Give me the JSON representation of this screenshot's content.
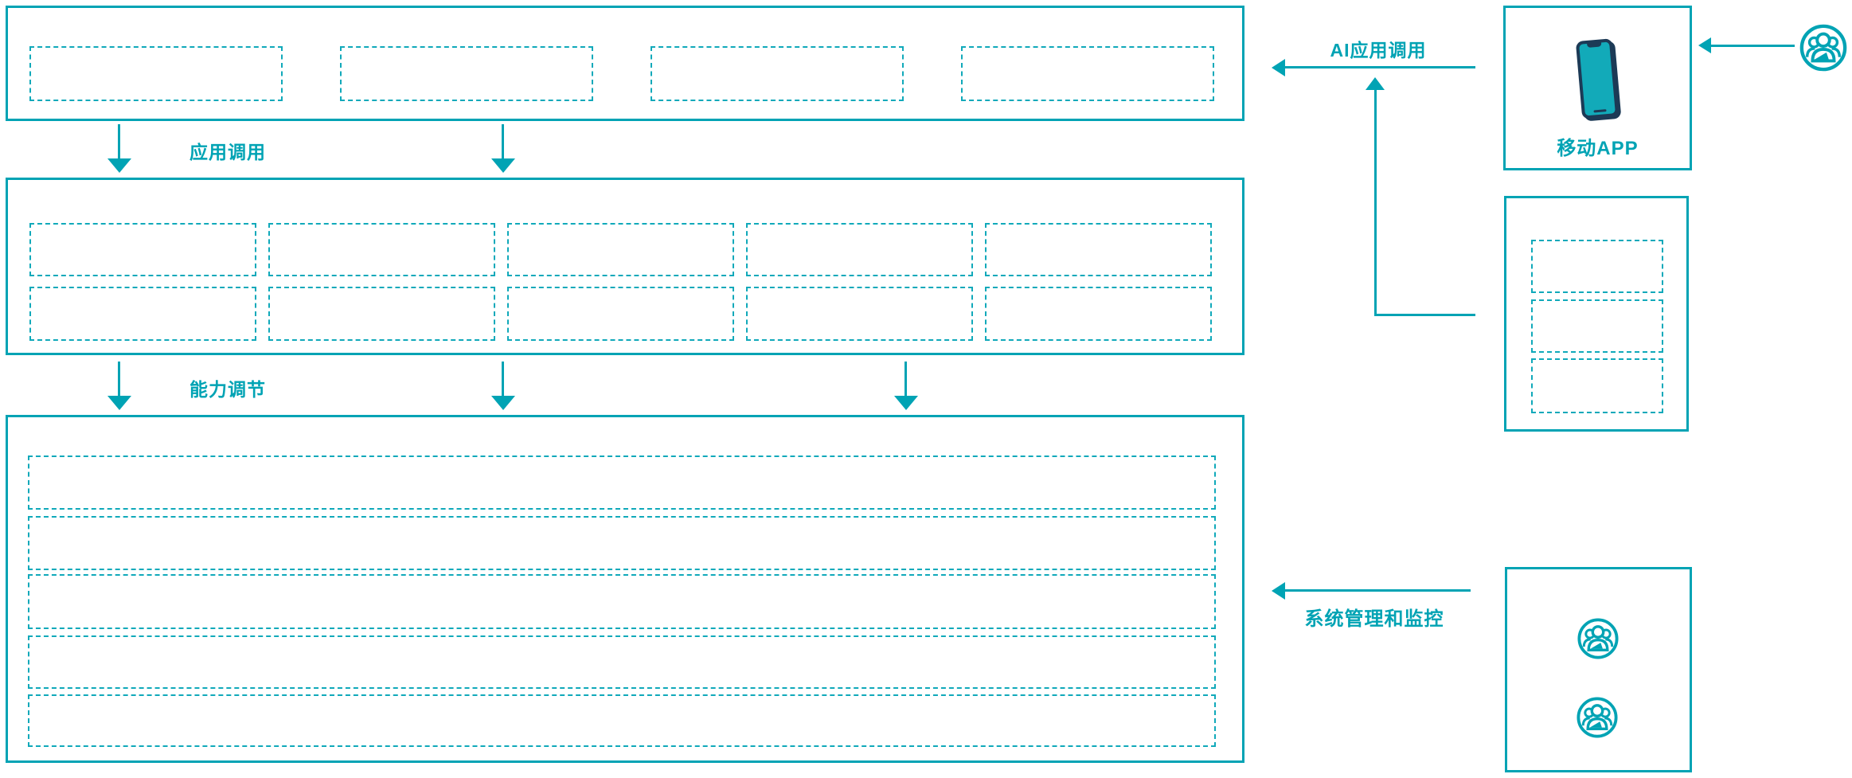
{
  "diagram": {
    "title": "AI platform architecture diagram",
    "accent_color": "#00a3b4",
    "dashed_border_color": "#10a9ba",
    "phone_frame_color": "#1c3a56",
    "phone_screen_color": "#12aab9",
    "labels": {
      "app_call": "应用调用",
      "capability_adjust": "能力调节",
      "ai_app_call": "AI应用调用",
      "system_mgmt": "系统管理和监控",
      "mobile_app": "移动APP"
    },
    "layers": {
      "top_layer": {
        "dashed_slot_count": 4
      },
      "middle_layer": {
        "rows": 2,
        "columns": 5,
        "dashed_slot_count": 10
      },
      "bottom_layer": {
        "dashed_row_count": 5
      },
      "right_service_panel": {
        "dashed_slot_count": 3
      },
      "admin_panel": {
        "admin_user_icon_count": 2
      }
    },
    "icons": {
      "mobile_phone": "smartphone-icon",
      "end_user": "user-group-icon",
      "admin_user": "user-group-icon"
    }
  }
}
